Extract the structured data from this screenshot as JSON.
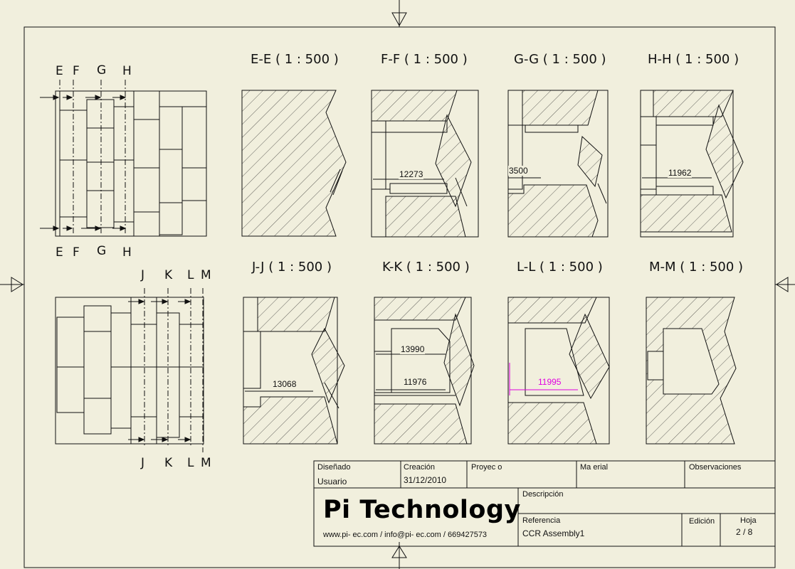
{
  "colors": {
    "paper": "#f1efdd",
    "line": "#111111",
    "highlight": "#e000e0"
  },
  "cut_labels": {
    "top": [
      "E",
      "F",
      "G",
      "H"
    ],
    "bottom": [
      "J",
      "K",
      "L",
      "M"
    ]
  },
  "sections": [
    {
      "title": "E-E ( 1 : 500 )",
      "dimension": ""
    },
    {
      "title": "F-F ( 1 : 500 )",
      "dimension": "12273"
    },
    {
      "title": "G-G ( 1 : 500 )",
      "dimension": "3500"
    },
    {
      "title": "H-H ( 1 : 500 )",
      "dimension": "11962"
    },
    {
      "title": "J-J ( 1 : 500 )",
      "dimension": "13068"
    },
    {
      "title": "K-K ( 1 : 500 )",
      "dimension": "13990",
      "dimension2": "11976"
    },
    {
      "title": "L-L ( 1 : 500 )",
      "dimension": "11995"
    },
    {
      "title": "M-M ( 1 : 500 )",
      "dimension": ""
    }
  ],
  "title_block": {
    "disenado_label": "Diseñado",
    "disenado_value": "Usuario",
    "creacion_label": "Creación",
    "creacion_value": "31/12/2010",
    "proyecto_label": "Proyec o",
    "material_label": "Ma erial",
    "observaciones_label": "Observaciones",
    "descripcion_label": "Descripción",
    "referencia_label": "Referencia",
    "referencia_value": "CCR Assembly1",
    "edicion_label": "Edición",
    "hoja_label": "Hoja",
    "hoja_value": "2 / 8",
    "company": "Pi Technology",
    "contact": "www.pi- ec.com / info@pi- ec.com / 669427573"
  }
}
